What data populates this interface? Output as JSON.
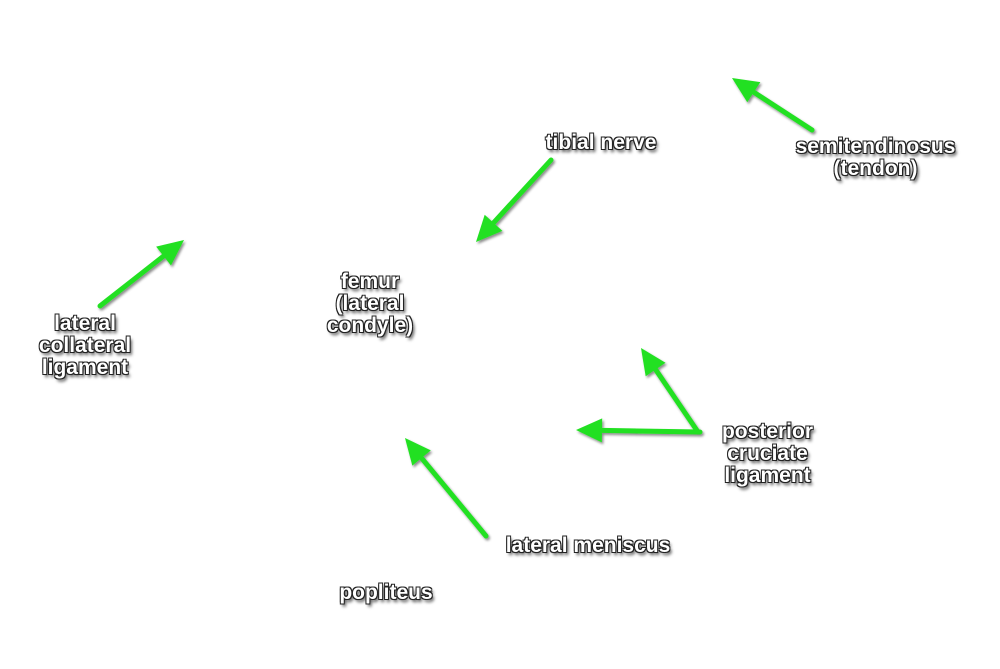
{
  "arrow_color": "#22e022",
  "labels": {
    "semitendinosus": [
      "semitendinosus",
      "(tendon)"
    ],
    "tibial_nerve": [
      "tibial nerve"
    ],
    "femur": [
      "femur",
      "(lateral",
      "condyle)"
    ],
    "lateral_collateral_ligament": [
      "lateral",
      "collateral",
      "ligament"
    ],
    "posterior_cruciate_ligament": [
      "posterior",
      "cruciate",
      "ligament"
    ],
    "lateral_meniscus": [
      "lateral meniscus"
    ],
    "popliteus": [
      "popliteus"
    ]
  }
}
